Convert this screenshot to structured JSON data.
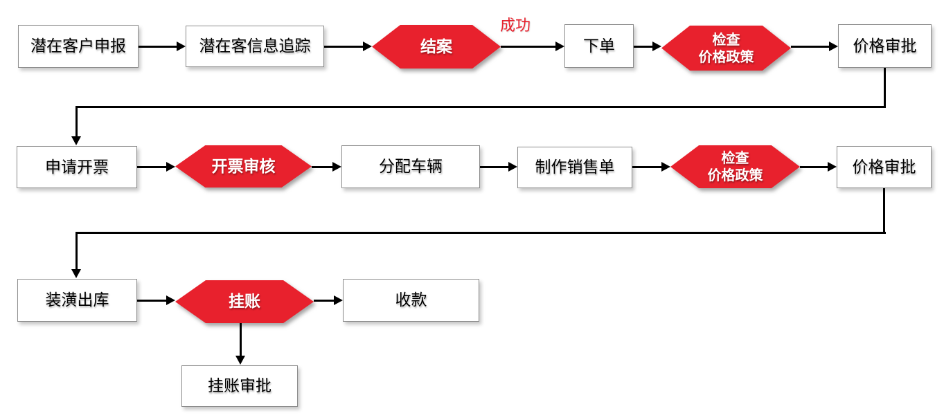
{
  "diagram": {
    "type": "flowchart",
    "background": "#ffffff",
    "colors": {
      "decision_fill": "#e8212d",
      "decision_text": "#ffffff",
      "process_fill": "#ffffff",
      "process_border": "#8c8c8c",
      "process_text": "#000000",
      "arrow": "#000000",
      "edge_label": "#e8212d"
    },
    "nodes": [
      {
        "id": "lead-report",
        "type": "process",
        "label": "潜在客户申报"
      },
      {
        "id": "lead-tracking",
        "type": "process",
        "label": "潜在客信息追踪"
      },
      {
        "id": "close-case",
        "type": "decision",
        "label": "结案"
      },
      {
        "id": "place-order",
        "type": "process",
        "label": "下单"
      },
      {
        "id": "check-price-policy-1",
        "type": "decision",
        "label": "检查",
        "label2": "价格政策"
      },
      {
        "id": "price-approval-1",
        "type": "process",
        "label": "价格审批"
      },
      {
        "id": "request-invoice",
        "type": "process",
        "label": "申请开票"
      },
      {
        "id": "invoice-review",
        "type": "decision",
        "label": "开票审核"
      },
      {
        "id": "assign-vehicle",
        "type": "process",
        "label": "分配车辆"
      },
      {
        "id": "make-sales-order",
        "type": "process",
        "label": "制作销售单"
      },
      {
        "id": "check-price-policy-2",
        "type": "decision",
        "label": "检查",
        "label2": "价格政策"
      },
      {
        "id": "price-approval-2",
        "type": "process",
        "label": "价格审批"
      },
      {
        "id": "decoration-outbound",
        "type": "process",
        "label": "装潢出库"
      },
      {
        "id": "credit-hold",
        "type": "decision",
        "label": "挂账"
      },
      {
        "id": "receive-payment",
        "type": "process",
        "label": "收款"
      },
      {
        "id": "credit-approval",
        "type": "process",
        "label": "挂账审批"
      }
    ],
    "edges": [
      {
        "from": "lead-report",
        "to": "lead-tracking"
      },
      {
        "from": "lead-tracking",
        "to": "close-case"
      },
      {
        "from": "close-case",
        "to": "place-order",
        "label": "成功"
      },
      {
        "from": "place-order",
        "to": "check-price-policy-1"
      },
      {
        "from": "check-price-policy-1",
        "to": "price-approval-1"
      },
      {
        "from": "price-approval-1",
        "to": "request-invoice"
      },
      {
        "from": "request-invoice",
        "to": "invoice-review"
      },
      {
        "from": "invoice-review",
        "to": "assign-vehicle"
      },
      {
        "from": "assign-vehicle",
        "to": "make-sales-order"
      },
      {
        "from": "make-sales-order",
        "to": "check-price-policy-2"
      },
      {
        "from": "check-price-policy-2",
        "to": "price-approval-2"
      },
      {
        "from": "price-approval-2",
        "to": "decoration-outbound"
      },
      {
        "from": "decoration-outbound",
        "to": "credit-hold"
      },
      {
        "from": "credit-hold",
        "to": "receive-payment"
      },
      {
        "from": "credit-hold",
        "to": "credit-approval"
      }
    ]
  }
}
